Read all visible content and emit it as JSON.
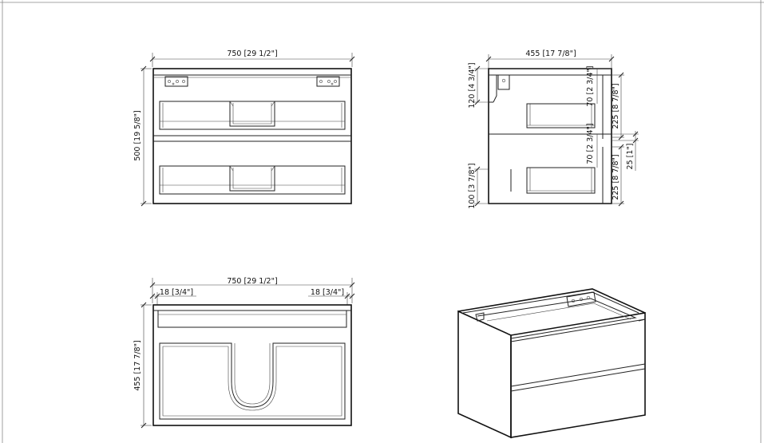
{
  "front_view": {
    "width_label": "750 [29 1/2\"]",
    "height_label": "500 [19 5/8\"]"
  },
  "side_view": {
    "depth_label": "455 [17 7/8\"]",
    "top_offset_label": "120 [4 3/4\"]",
    "bottom_offset_label": "100 [3 7/8\"]",
    "upper_gap_label": "70 [2 3/4\"]",
    "upper_drawer_label": "225 [8 7/8\"]",
    "lower_gap_label": "70 [2 3/4\"]",
    "lower_drawer_label": "225 [8 7/8\"]",
    "divider_label": "25 [1\"]"
  },
  "top_view": {
    "width_label": "750 [29 1/2\"]",
    "left_side_label": "18 [3/4\"]",
    "right_side_label": "18 [3/4\"]",
    "depth_label": "455 [17 7/8\"]"
  }
}
